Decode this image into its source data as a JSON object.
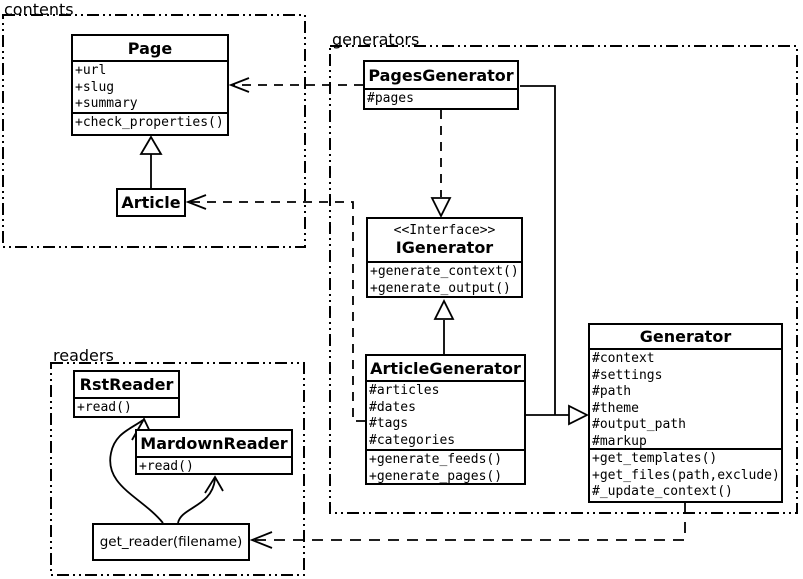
{
  "diagram": {
    "title": "UML class diagram",
    "ink_color": "#000000",
    "background_color": "#ffffff"
  },
  "packages": {
    "contents": {
      "label": "contents"
    },
    "generators": {
      "label": "generators"
    },
    "readers": {
      "label": "readers"
    }
  },
  "classes": {
    "page": {
      "name": "Page",
      "attributes": [
        "+url",
        "+slug",
        "+summary"
      ],
      "methods": [
        "+check_properties()"
      ]
    },
    "article": {
      "name": "Article"
    },
    "pages_generator": {
      "name": "PagesGenerator",
      "attributes": [
        "#pages"
      ]
    },
    "igenerator": {
      "stereotype": "<<Interface>>",
      "name": "IGenerator",
      "methods": [
        "+generate_context()",
        "+generate_output()"
      ]
    },
    "article_generator": {
      "name": "ArticleGenerator",
      "attributes": [
        "#articles",
        "#dates",
        "#tags",
        "#categories"
      ],
      "methods": [
        "+generate_feeds()",
        "+generate_pages()"
      ]
    },
    "generator": {
      "name": "Generator",
      "attributes": [
        "#context",
        "#settings",
        "#path",
        "#theme",
        "#output_path",
        "#markup"
      ],
      "methods": [
        "+get_templates()",
        "+get_files(path,exclude)",
        "#_update_context()"
      ]
    },
    "rst_reader": {
      "name": "RstReader",
      "methods": [
        "+read()"
      ]
    },
    "mardown_reader": {
      "name": "MardownReader",
      "methods": [
        "+read()"
      ]
    }
  },
  "function_box": {
    "label": "get_reader(filename)"
  }
}
